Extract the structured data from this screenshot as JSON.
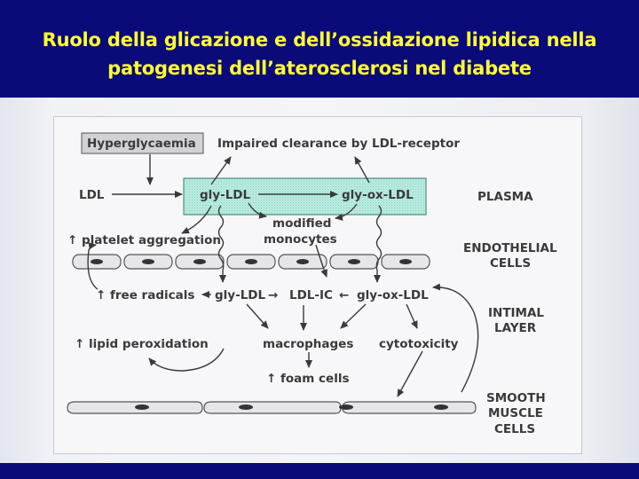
{
  "title": {
    "line1": "Ruolo della glicazione e dell’ossidazione lipidica nella",
    "line2": "patogenesi dell’aterosclerosi nel diabete"
  },
  "colors": {
    "title_band": "#0a0a78",
    "title_text": "#ffff33",
    "highlight_box": "#b7eadf",
    "diagram_ink": "#3a3a3a"
  },
  "diagram": {
    "nodes": {
      "hyperglycaemia": "Hyperglycaemia",
      "impaired_clearance": "Impaired clearance by LDL-receptor",
      "ldl": "LDL",
      "gly_ldl_plasma": "gly-LDL",
      "gly_ox_ldl_plasma": "gly-ox-LDL",
      "modified_monocytes_1": "modified",
      "modified_monocytes_2": "monocytes",
      "platelet_aggregation": "↑ platelet aggregation",
      "free_radicals": "↑ free radicals",
      "gly_ldl_intimal": "gly-LDL",
      "ldl_ic": "LDL-IC",
      "gly_ox_ldl_intimal": "gly-ox-LDL",
      "lipid_peroxidation": "↑ lipid peroxidation",
      "macrophages": "macrophages",
      "cytotoxicity": "cytotoxicity",
      "foam_cells": "↑ foam cells"
    },
    "zones": {
      "plasma": "PLASMA",
      "endothelial_1": "ENDOTHELIAL",
      "endothelial_2": "CELLS",
      "intimal_1": "INTIMAL",
      "intimal_2": "LAYER",
      "smooth_1": "SMOOTH",
      "smooth_2": "MUSCLE",
      "smooth_3": "CELLS"
    }
  }
}
